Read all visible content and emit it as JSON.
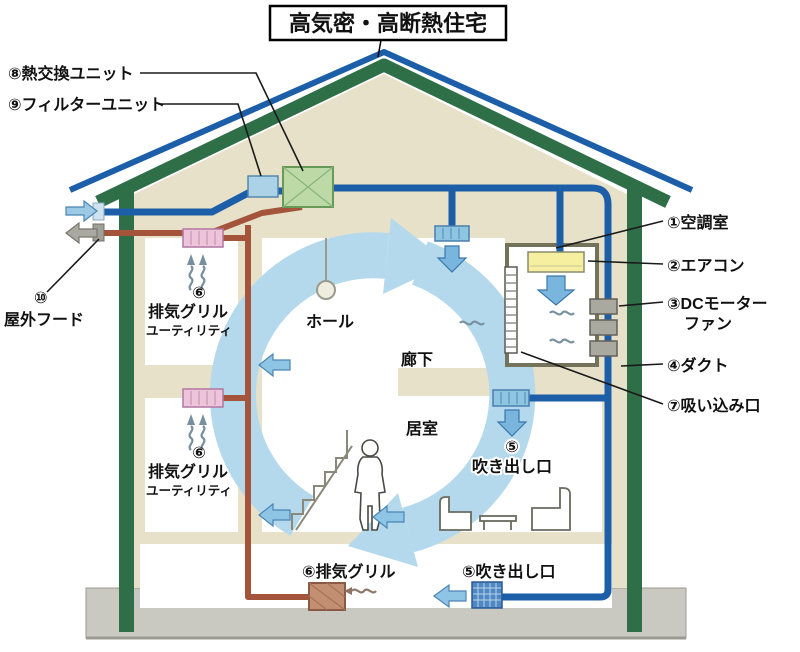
{
  "title": "高気密・高断熱住宅",
  "colors": {
    "roof_line_blue": "#1c5fa8",
    "roof_wall_green": "#2f6f48",
    "interior_cream": "#e8e1c9",
    "supply_duct_blue": "#1c5fa8",
    "exhaust_duct_brown": "#a5543c",
    "circulation_band": "#b5d9ec",
    "foundation_gray": "#c9c9c2"
  },
  "callouts": {
    "aircon_room": "①空調室",
    "aircon": "②エアコン",
    "dc_motor_fan_line1": "③DCモーター",
    "dc_motor_fan_line2": "ファン",
    "duct": "④ダクト",
    "suction_inlet": "⑦吸い込み口",
    "heat_exchange_unit": "⑧熱交換ユニット",
    "filter_unit": "⑨フィルターユニット",
    "outdoor_hood_num": "⑩",
    "outdoor_hood": "屋外フード"
  },
  "labels": {
    "hall": "ホール",
    "corridor": "廊下",
    "living_room": "居室",
    "utility": "ユーティリティ",
    "exhaust_grille_num": "⑥",
    "exhaust_grille": "排気グリル",
    "outlet_num": "⑤",
    "outlet": "吹き出し口",
    "underfloor_exhaust_grille": "⑥排気グリル",
    "underfloor_outlet": "⑤吹き出し口"
  }
}
